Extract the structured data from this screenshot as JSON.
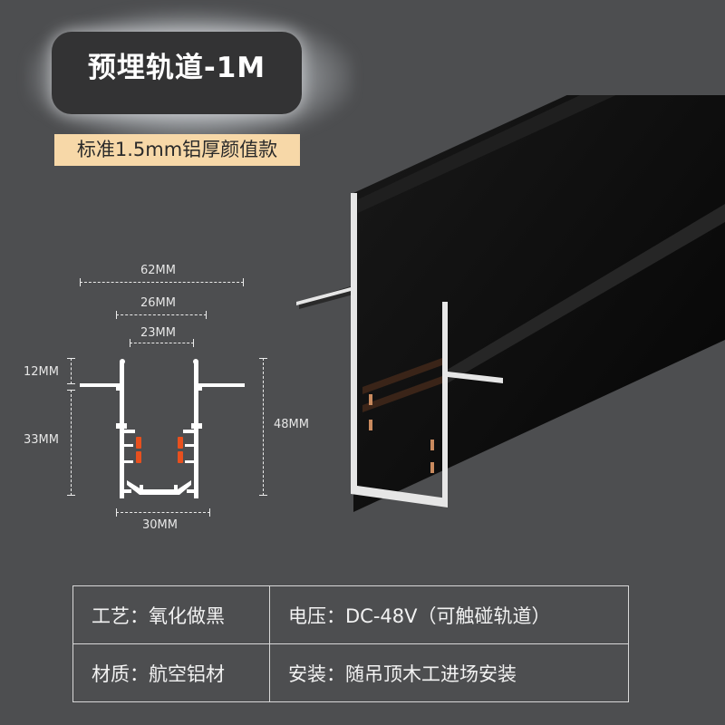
{
  "header": {
    "title": "预埋轨道-1M",
    "subtitle": "标准1.5mm铝厚颜值款"
  },
  "diagram": {
    "dimensions": {
      "total_width": "62MM",
      "outer_channel_width": "26MM",
      "inner_opening_width": "23MM",
      "top_height": "12MM",
      "lower_height": "33MM",
      "total_height": "48MM",
      "bottom_width": "30MM"
    },
    "colors": {
      "profile": "#ffffff",
      "conductor": "#e8501e",
      "background": "#4d4e50"
    }
  },
  "product_image": {
    "label": "black recessed magnetic track rail",
    "colors": {
      "body": "#0d0d0d",
      "edge": "#e6e6e6",
      "copper": "#c98a5e"
    }
  },
  "specs": [
    {
      "left": "工艺：氧化做黑",
      "right": "电压：DC-48V（可触碰轨道）"
    },
    {
      "left": "材质：航空铝材",
      "right": "安装：随吊顶木工进场安装"
    }
  ],
  "colors": {
    "title_badge": "#333334",
    "subtitle_badge": "#f7d8a8",
    "table_border": "#d8d8d8"
  }
}
